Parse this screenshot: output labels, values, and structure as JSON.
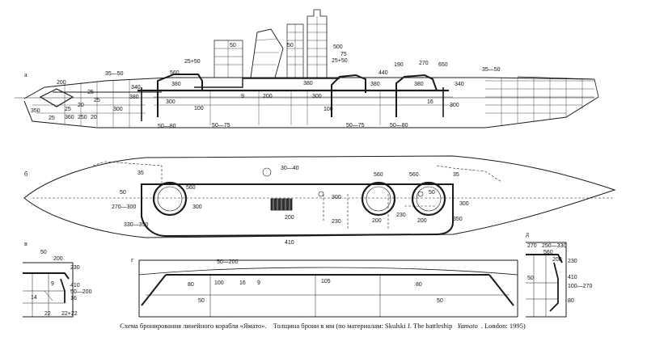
{
  "panels": {
    "a": {
      "letter": "а",
      "labels": [
        "35—50",
        "200",
        "25",
        "20",
        "25",
        "300",
        "340",
        "380",
        "560",
        "25+50",
        "380",
        "100",
        "300",
        "50—80",
        "50—75",
        "9",
        "200",
        "50",
        "50",
        "380",
        "300",
        "100",
        "25+50",
        "500",
        "75",
        "380",
        "440",
        "190",
        "270",
        "650",
        "380",
        "300",
        "16",
        "340",
        "35—50",
        "360",
        "250",
        "20",
        "25",
        "50—75",
        "50—80",
        "350",
        "25"
      ]
    },
    "b": {
      "letter": "б",
      "labels": [
        "35",
        "30—40",
        "560",
        "560",
        "35",
        "50",
        "560",
        "270—300",
        "330—350",
        "300",
        "200",
        "200",
        "200",
        "230",
        "230",
        "300",
        "300",
        "350",
        "410",
        "50"
      ]
    },
    "v": {
      "letter": "в",
      "labels": [
        "50",
        "200",
        "230",
        "9",
        "410",
        "50—200",
        "16",
        "14",
        "22",
        "22+22"
      ]
    },
    "g": {
      "letter": "г",
      "labels": [
        "50—200",
        "80",
        "100",
        "16",
        "9",
        "105",
        "80",
        "50",
        "50"
      ]
    },
    "d": {
      "letter": "д",
      "labels": [
        "270",
        "250—330",
        "560",
        "200",
        "230",
        "50",
        "410",
        "100—270",
        "80"
      ]
    }
  },
  "caption": {
    "part1": "Схема бронирования линейного корабля «Ямато».",
    "part2": "Толщина брони в мм (по материалам: Skulski J. The battleship",
    "part3": "Yamato",
    "part4": ". London: 1995)"
  }
}
